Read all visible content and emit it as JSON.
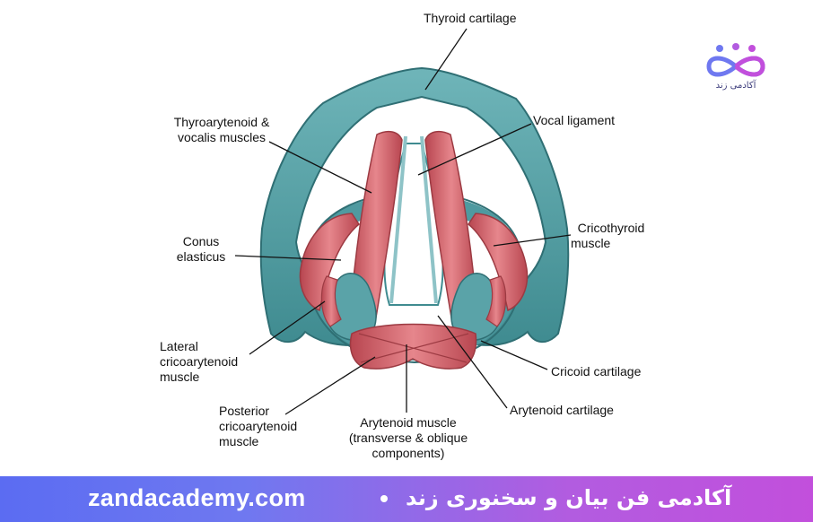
{
  "labels": {
    "thyroid_cartilage": "Thyroid cartilage",
    "thyroarytenoid_1": "Thyroarytenoid &",
    "thyroarytenoid_2": "vocalis muscles",
    "vocal_ligament": "Vocal ligament",
    "conus_1": "Conus",
    "conus_2": "elasticus",
    "cricothyroid_1": "Cricothyroid",
    "cricothyroid_2": "muscle",
    "lateral_1": "Lateral",
    "lateral_2": "cricoarytenoid",
    "lateral_3": "muscle",
    "cricoid_cartilage": "Cricoid cartilage",
    "arytenoid_cartilage": "Arytenoid cartilage",
    "posterior_1": "Posterior",
    "posterior_2": "cricoarytenoid",
    "posterior_3": "muscle",
    "arytenoid_muscle_1": "Arytenoid muscle",
    "arytenoid_muscle_2": "(transverse & oblique",
    "arytenoid_muscle_3": "components)"
  },
  "logo": {
    "text": "آکادمی زند",
    "icon": "people-infinity-logo-icon"
  },
  "footer": {
    "url": "zandacademy.com",
    "persian": "آکادمی فن بیان و سخنوری زند"
  },
  "colors": {
    "cartilage": "#5aa3a8",
    "cartilage_dark": "#2f6f74",
    "muscle": "#d4626a",
    "muscle_dark": "#9c3a42",
    "footer_start": "#5b6cf2",
    "footer_end": "#c24fdc"
  }
}
